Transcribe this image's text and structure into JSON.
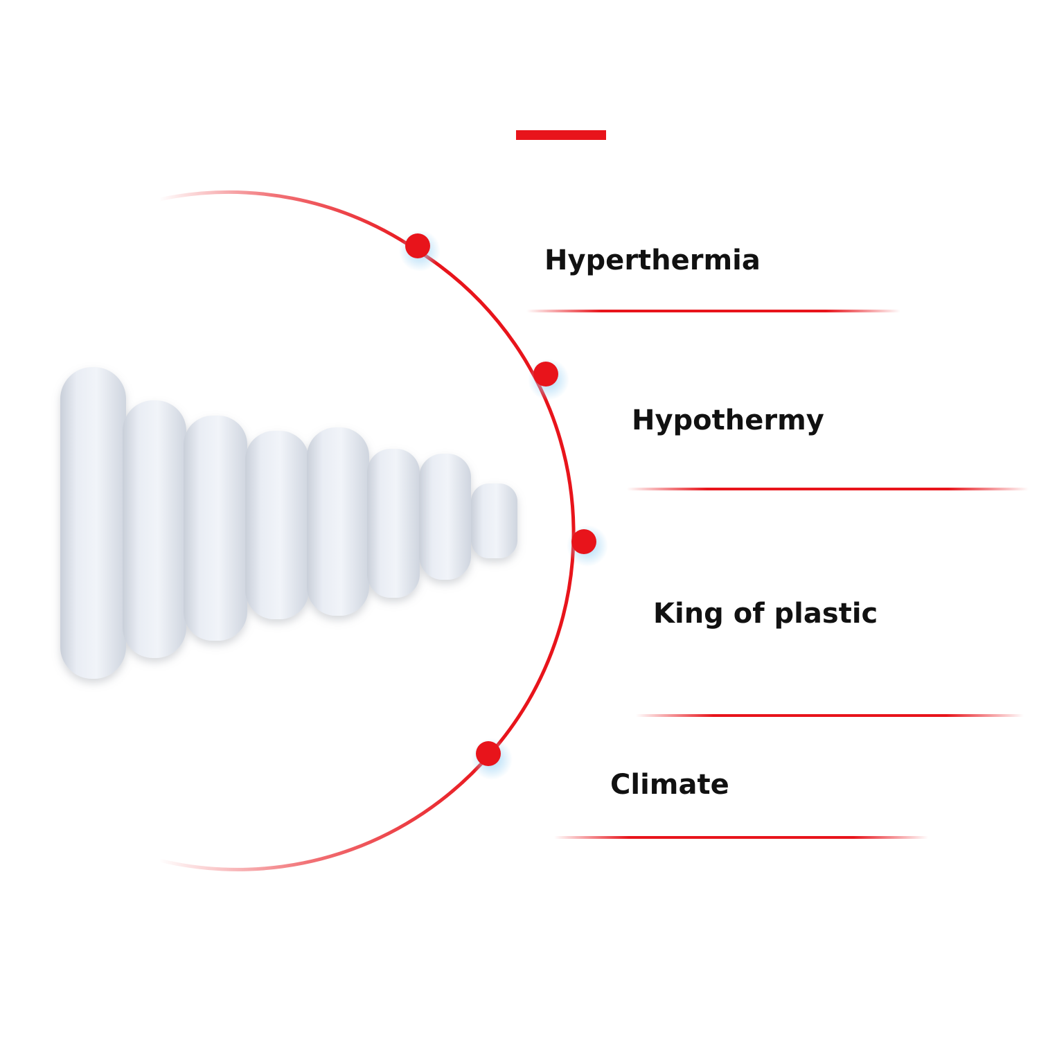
{
  "colors": {
    "accent": "#e8141b",
    "glow": "#9fd4f5",
    "rod_fill": "#e7ebf2",
    "rod_shadow": "#c6ccd6",
    "text": "#111111",
    "background": "#ffffff"
  },
  "features": [
    {
      "label": "Hyperthermia"
    },
    {
      "label": "Hypothermy"
    },
    {
      "label": "King of plastic"
    },
    {
      "label": "Climate"
    }
  ],
  "product": {
    "name": "stir-bar-set",
    "count": 8
  }
}
